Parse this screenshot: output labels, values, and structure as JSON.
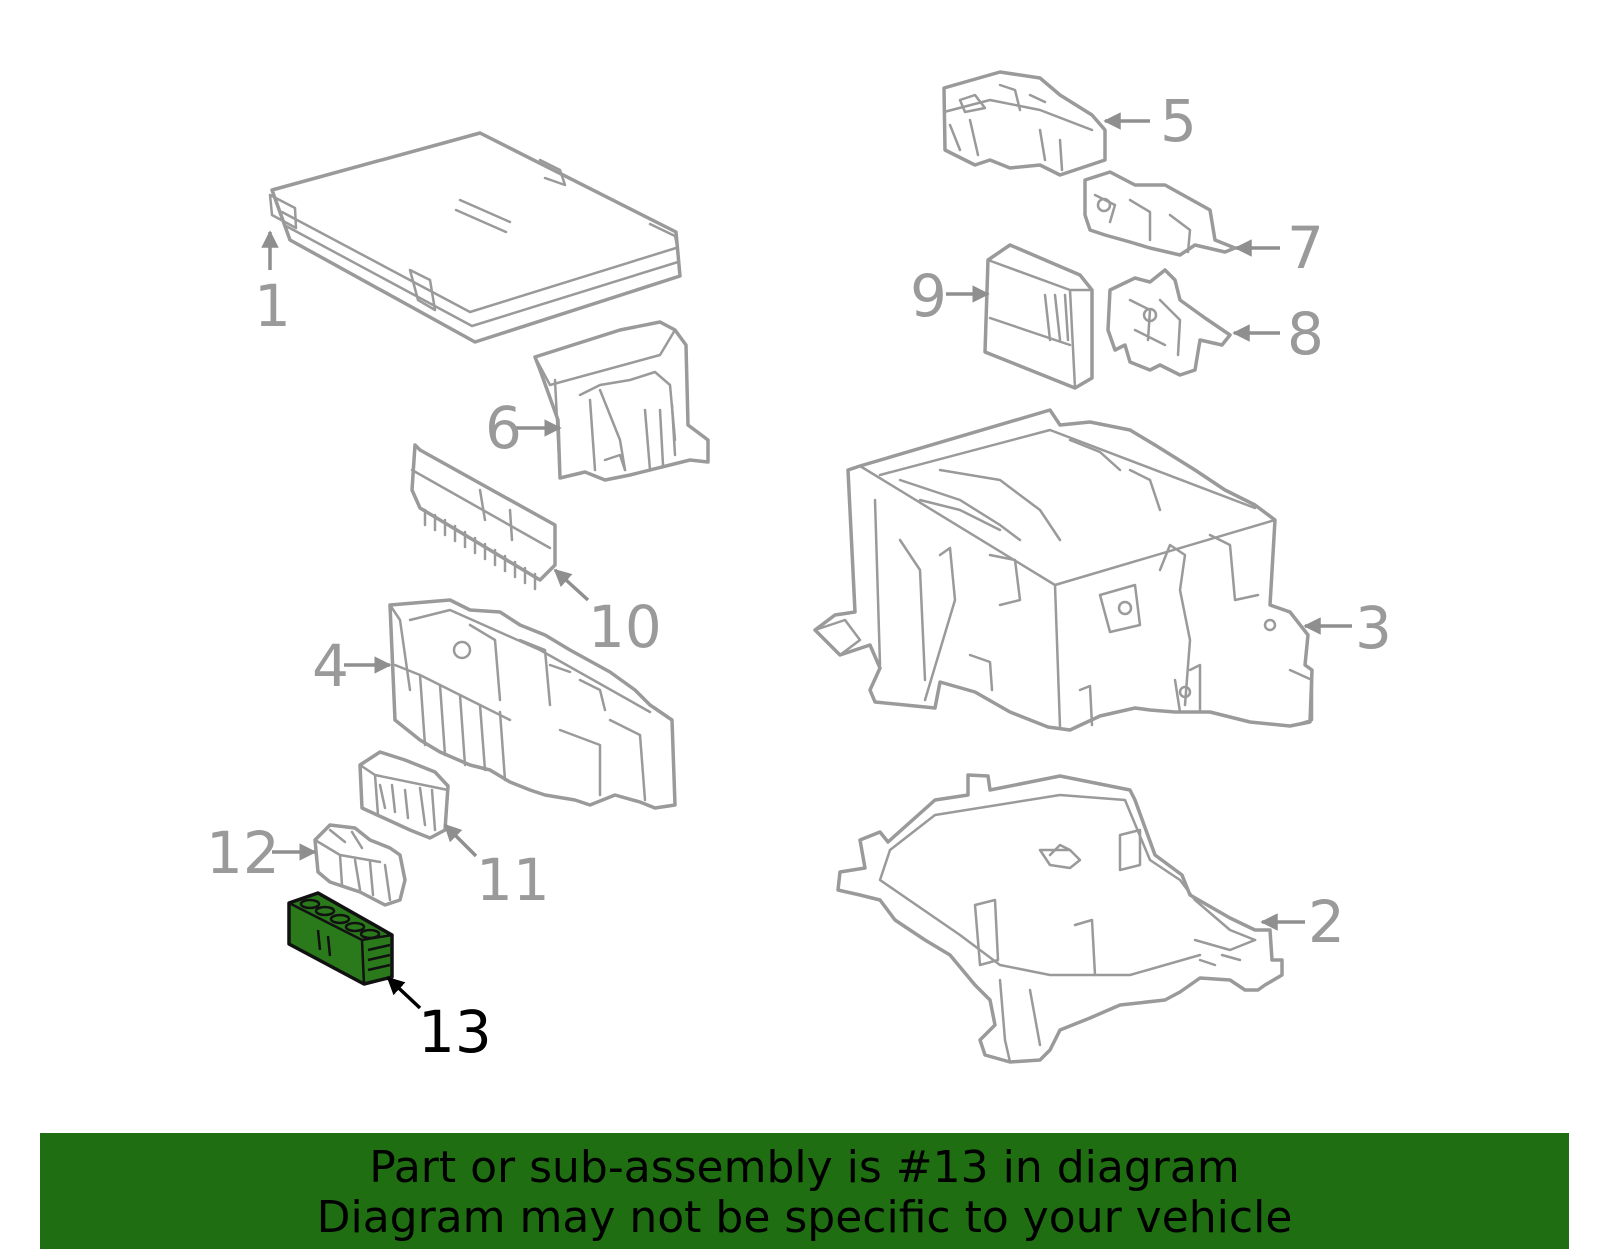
{
  "highlight_color": "#2a7a1c",
  "banner": {
    "background": "#1f6e12",
    "line1": "Part or sub-assembly is #13 in diagram",
    "line2": "Diagram may not be specific to your vehicle"
  },
  "callouts": {
    "c1": "1",
    "c2": "2",
    "c3": "3",
    "c4": "4",
    "c5": "5",
    "c6": "6",
    "c7": "7",
    "c8": "8",
    "c9": "9",
    "c10": "10",
    "c11": "11",
    "c12": "12",
    "c13": "13"
  },
  "highlighted_part": "13"
}
